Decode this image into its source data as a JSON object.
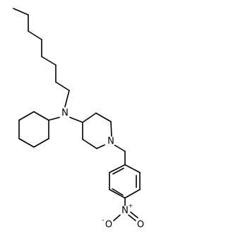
{
  "colors": {
    "bond": "#000000",
    "carbon_nitrogen_label": "#000000",
    "oxygen_label": "#000000",
    "background": "#ffffff"
  },
  "atoms": [
    {
      "id": "n_amine",
      "element": "N",
      "label": "N"
    },
    {
      "id": "n_piperidine",
      "element": "N",
      "label": "N"
    },
    {
      "id": "n_nitro",
      "element": "N",
      "label": "N",
      "charge": "+"
    },
    {
      "id": "o_nitro_left",
      "element": "O",
      "label": "O",
      "charge": "-"
    },
    {
      "id": "o_nitro_right",
      "element": "O",
      "label": "O"
    }
  ]
}
